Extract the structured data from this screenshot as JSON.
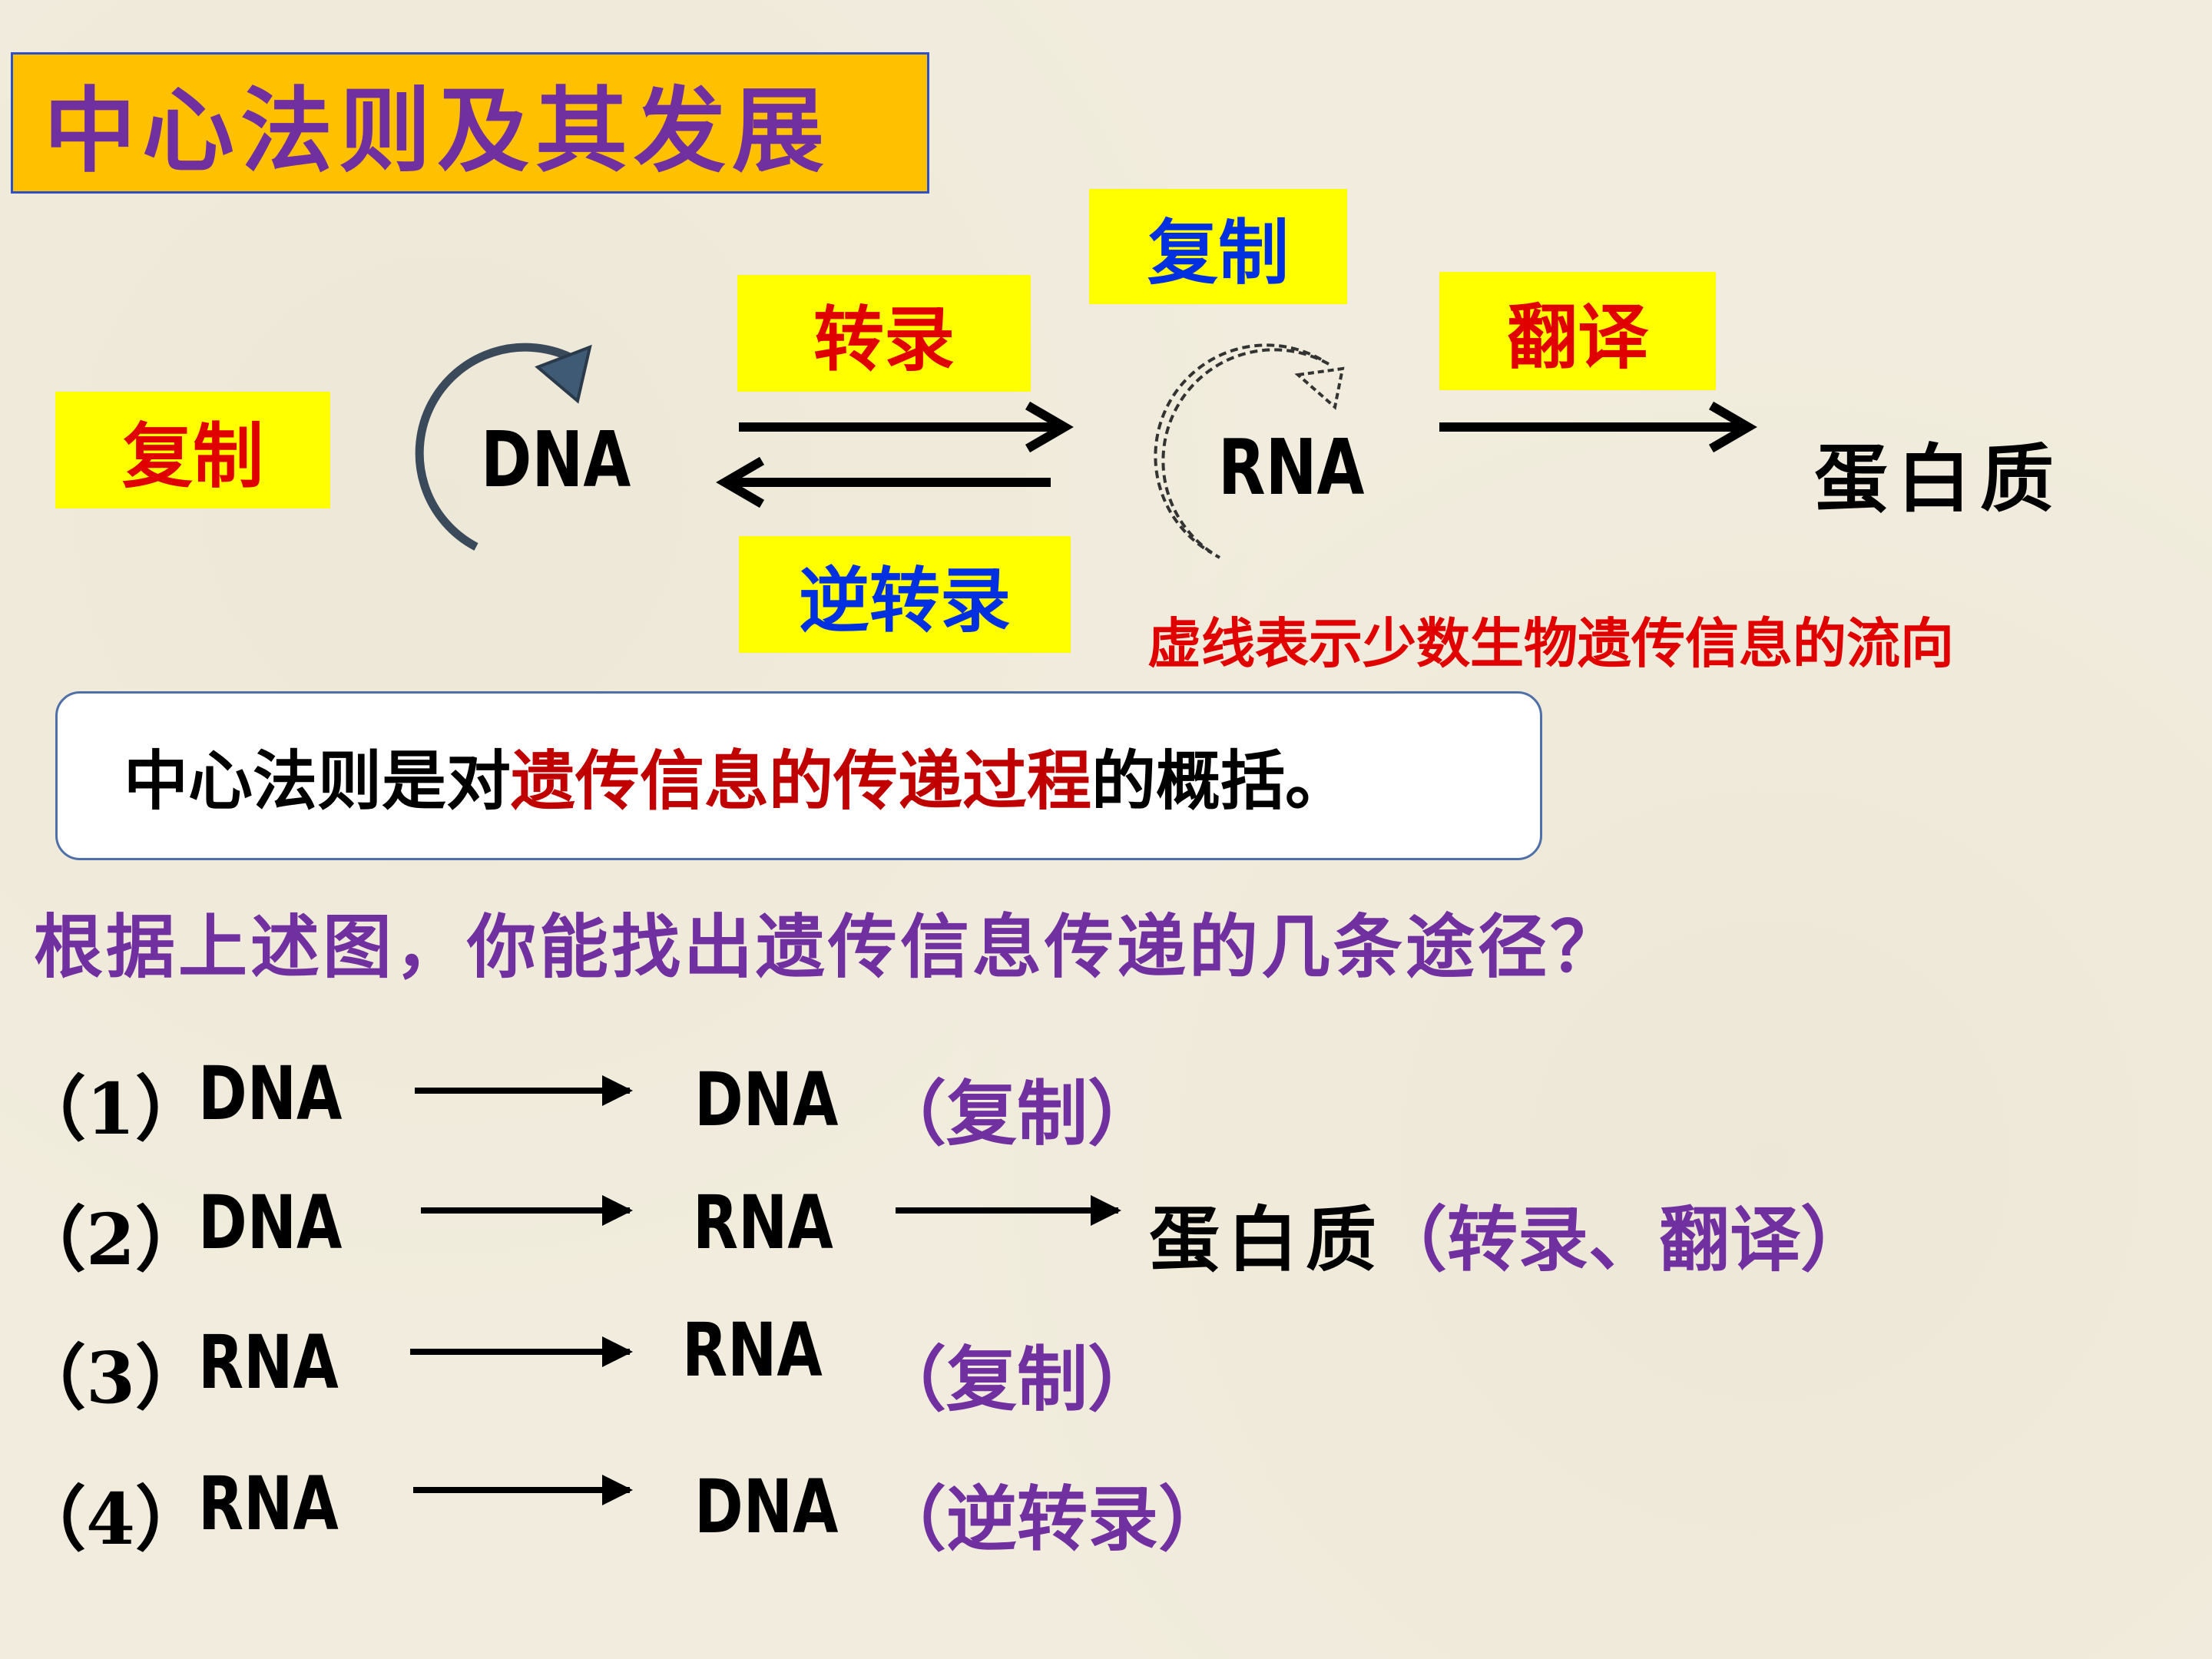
{
  "title": "中心法则及其发展",
  "diagram": {
    "dna": "DNA",
    "rna": "RNA",
    "protein": "蛋白质",
    "label_dna_replication": "复制",
    "label_rna_replication": "复制",
    "label_transcription": "转录",
    "label_reverse_transcription": "逆转录",
    "label_translation": "翻译",
    "note": "虚线表示少数生物遗传信息的流向"
  },
  "summary": {
    "prefix": "中心法则是对",
    "highlight": "遗传信息的传递过程",
    "suffix": "的概括。"
  },
  "question": "根据上述图，你能找出遗传信息传递的几条途径？",
  "pathways": [
    {
      "num": "（1）",
      "from": "DNA",
      "to": "DNA",
      "note": "（复制）"
    },
    {
      "num": "（2）",
      "from": "DNA",
      "to": "RNA",
      "to2": "蛋白质",
      "note": "（转录、翻译）"
    },
    {
      "num": "（3）",
      "from": "RNA",
      "to": "RNA",
      "note": "（复制）"
    },
    {
      "num": "（4）",
      "from": "RNA",
      "to": "DNA",
      "note": "（逆转录）"
    }
  ],
  "colors": {
    "title_bg": "#ffc000",
    "title_text": "#7030a0",
    "label_bg": "#ffff00",
    "label_red": "#e00000",
    "label_blue": "#0030e0",
    "note_red": "#e00000",
    "highlight": "#c00000",
    "purple": "#7030a0"
  }
}
